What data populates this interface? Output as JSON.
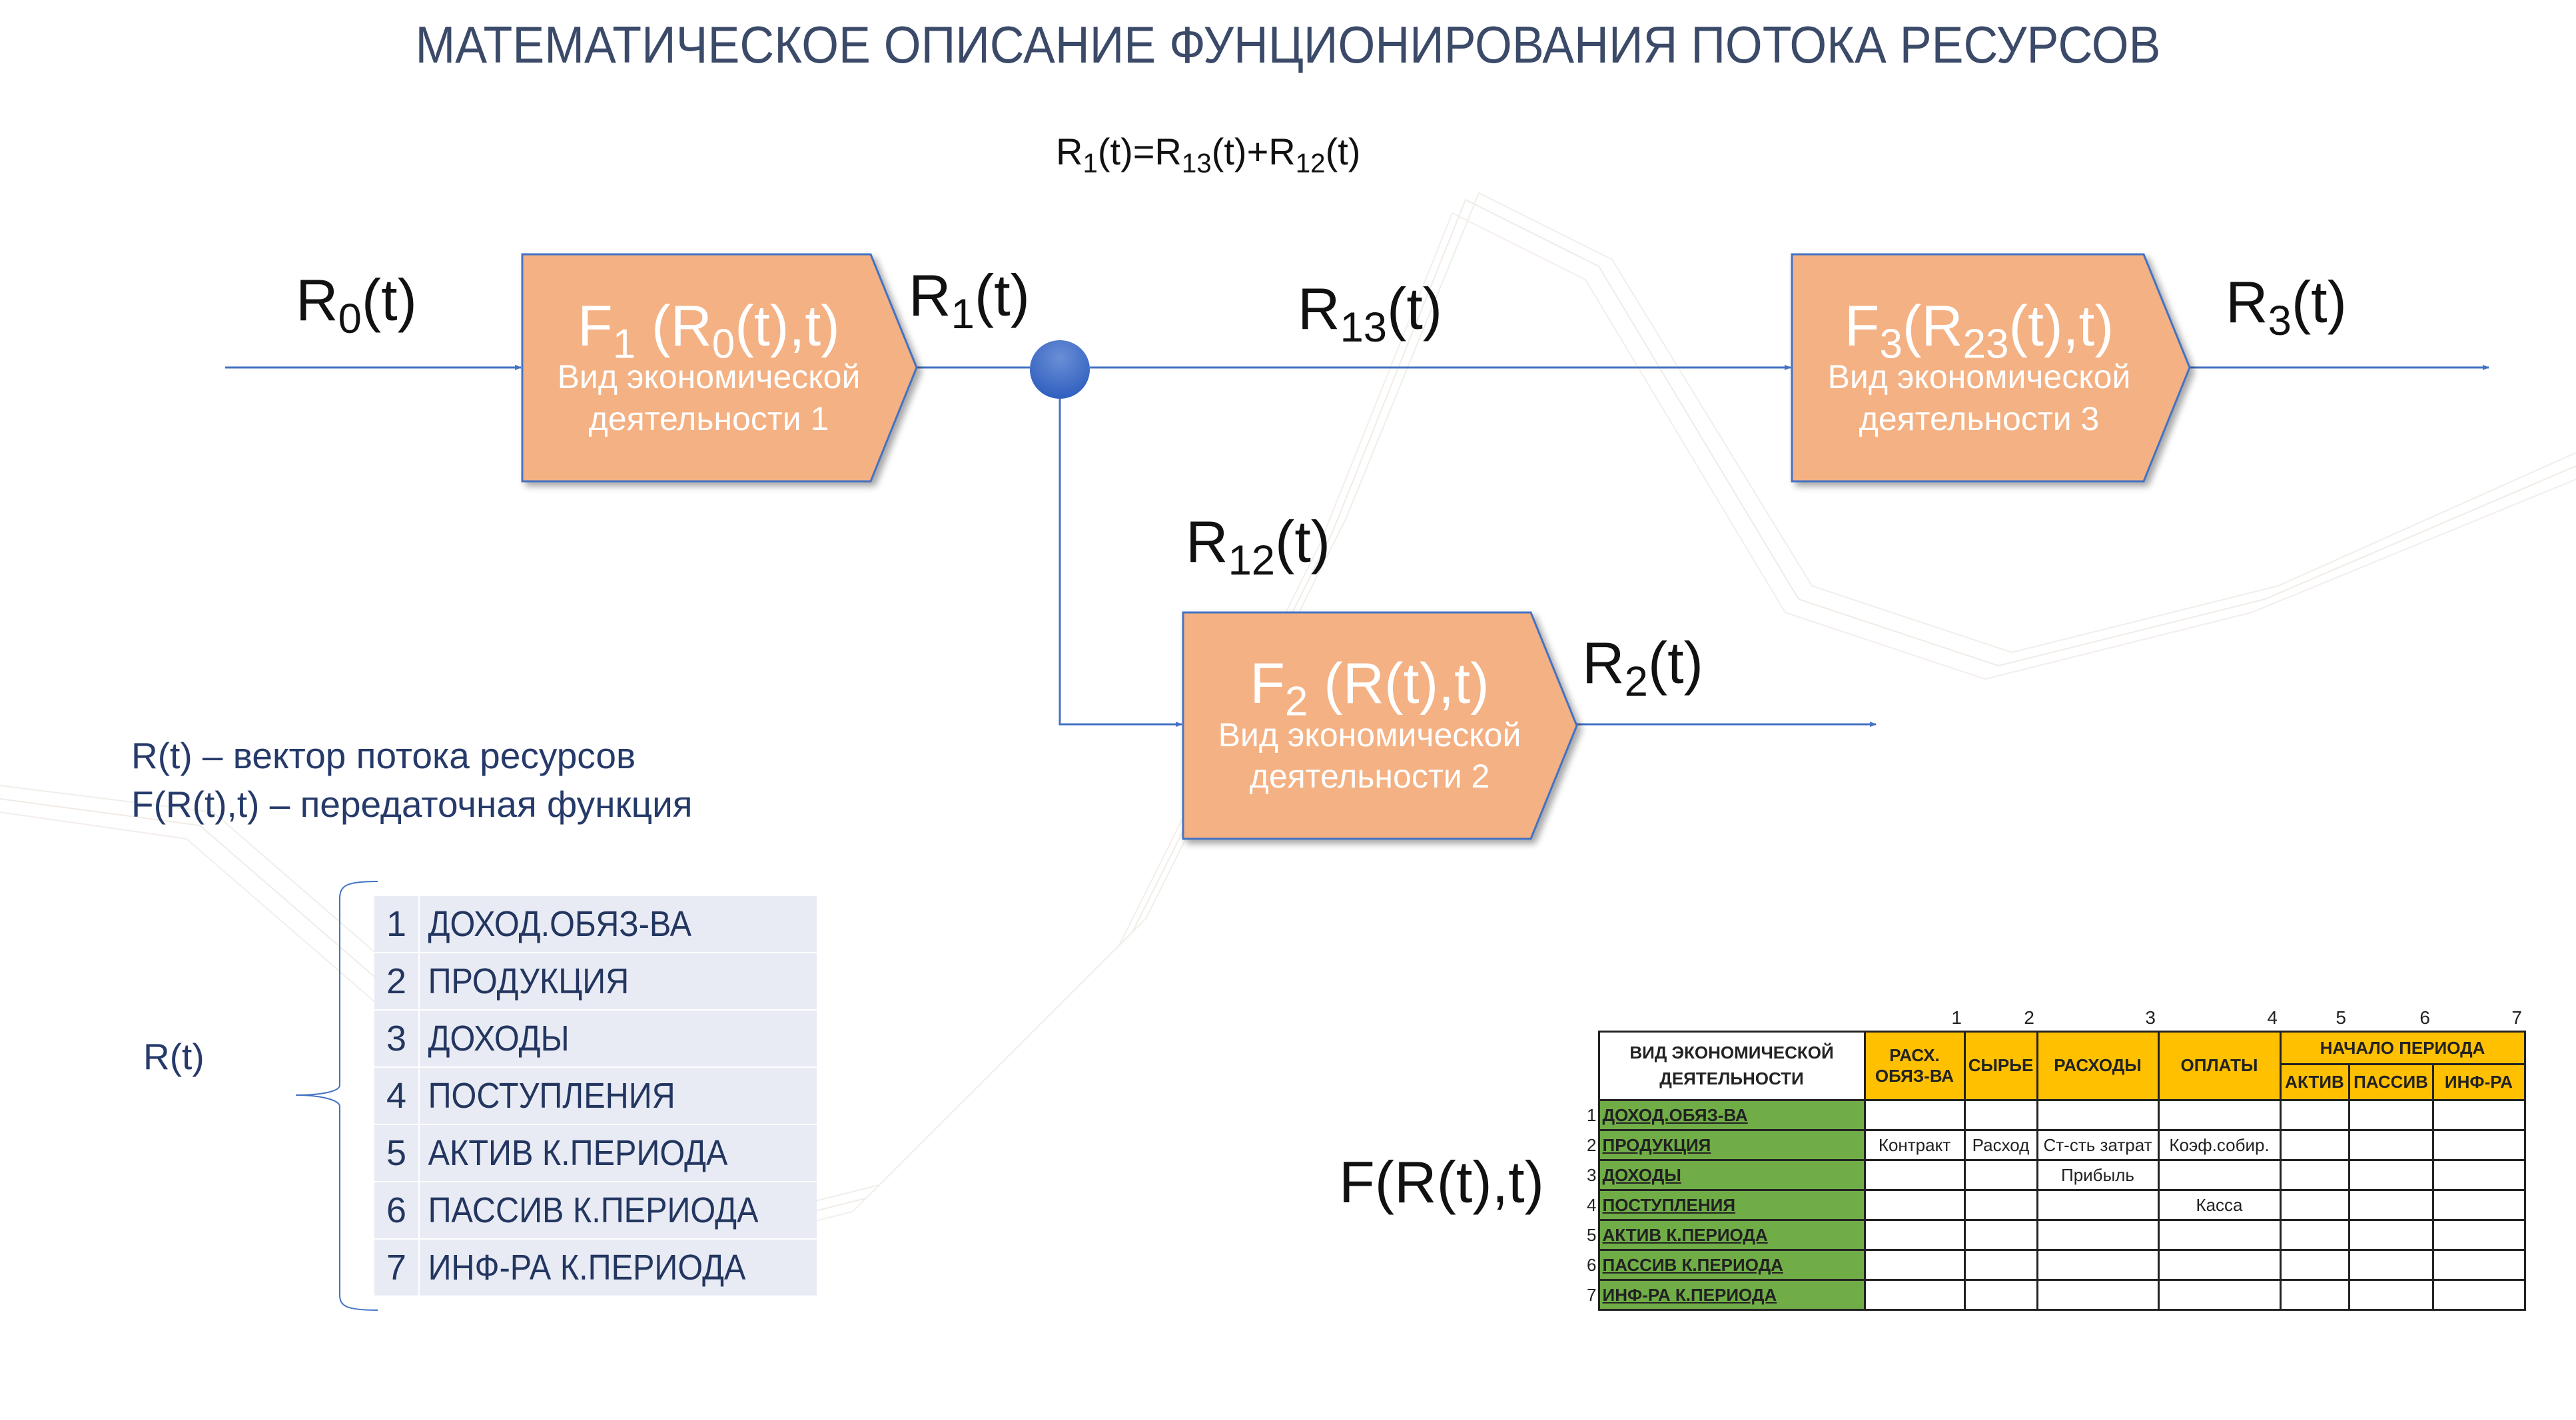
{
  "title": "МАТЕМАТИЧЕСКОЕ ОПИСАНИЕ ФУНЦИОНИРОВАНИЯ ПОТОКА РЕСУРСОВ",
  "formula": {
    "p1": "R",
    "s1": "1",
    "p2": "(t)=R",
    "s2": "13",
    "p3": "(t)+R",
    "s3": "12",
    "p4": "(t)"
  },
  "signals": {
    "r0": {
      "base": "R",
      "sub": "0",
      "rest": "(t)"
    },
    "r1": {
      "base": "R",
      "sub": "1",
      "rest": "(t)"
    },
    "r13": {
      "base": "R",
      "sub": "13",
      "rest": "(t)"
    },
    "r3": {
      "base": "R",
      "sub": "3",
      "rest": "(t)"
    },
    "r12": {
      "base": "R",
      "sub": "12",
      "rest": "(t)"
    },
    "r2": {
      "base": "R",
      "sub": "2",
      "rest": "(t)"
    }
  },
  "boxes": [
    {
      "p1": "F",
      "s1": "1",
      "p2": " (R",
      "s2": "0",
      "p3": "(t),t)",
      "line1": "Вид экономической",
      "line2": "деятельности 1"
    },
    {
      "p1": "F",
      "s1": "2",
      "p2": " (R(t),t)",
      "s2": "",
      "p3": "",
      "line1": "Вид экономической",
      "line2": "деятельности 2"
    },
    {
      "p1": "F",
      "s1": "3",
      "p2": "(R",
      "s2": "23",
      "p3": "(t),t)",
      "line1": "Вид экономической",
      "line2": "деятельности 3"
    }
  ],
  "legend": {
    "line1": "R(t) – вектор потока ресурсов",
    "line2": "F(R(t),t) – передаточная функция"
  },
  "vector_label": "R(t)",
  "vector_items": [
    {
      "n": "1",
      "label": "ДОХОД.ОБЯЗ-ВА"
    },
    {
      "n": "2",
      "label": "ПРОДУКЦИЯ"
    },
    {
      "n": "3",
      "label": "ДОХОДЫ"
    },
    {
      "n": "4",
      "label": "ПОСТУПЛЕНИЯ"
    },
    {
      "n": "5",
      "label": "АКТИВ К.ПЕРИОДА"
    },
    {
      "n": "6",
      "label": "ПАССИВ К.ПЕРИОДА"
    },
    {
      "n": "7",
      "label": "ИНФ-РА К.ПЕРИОДА"
    }
  ],
  "function_label": "F(R(t),t)",
  "ftable": {
    "col_numbers": [
      "1",
      "2",
      "3",
      "4",
      "5",
      "6",
      "7"
    ],
    "row_header_l1": "ВИД ЭКОНОМИЧЕСКОЙ",
    "row_header_l2": "ДЕЯТЕЛЬНОСТИ",
    "col1_l1": "РАСХ.",
    "col1_l2": "ОБЯЗ-ВА",
    "col2": "СЫРЬЕ",
    "col3": "РАСХОДЫ",
    "col4": "ОПЛАТЫ",
    "group": "НАЧАЛО ПЕРИОДА",
    "col5": "АКТИВ",
    "col6": "ПАССИВ",
    "col7": "ИНФ-РА",
    "rows": [
      {
        "n": "1",
        "label": "ДОХОД.ОБЯЗ-ВА",
        "cells": [
          "",
          "",
          "",
          "",
          "",
          "",
          ""
        ]
      },
      {
        "n": "2",
        "label": "ПРОДУКЦИЯ",
        "cells": [
          "Контракт",
          "Расход",
          "Ст-сть затрат",
          "Коэф.собир.",
          "",
          "",
          ""
        ]
      },
      {
        "n": "3",
        "label": "ДОХОДЫ",
        "cells": [
          "",
          "",
          "Прибыль",
          "",
          "",
          "",
          ""
        ]
      },
      {
        "n": "4",
        "label": "ПОСТУПЛЕНИЯ",
        "cells": [
          "",
          "",
          "",
          "Касса",
          "",
          "",
          ""
        ]
      },
      {
        "n": "5",
        "label": "АКТИВ К.ПЕРИОДА",
        "cells": [
          "",
          "",
          "",
          "",
          "",
          "",
          ""
        ]
      },
      {
        "n": "6",
        "label": "ПАССИВ К.ПЕРИОДА",
        "cells": [
          "",
          "",
          "",
          "",
          "",
          "",
          ""
        ]
      },
      {
        "n": "7",
        "label": "ИНФ-РА К.ПЕРИОДА",
        "cells": [
          "",
          "",
          "",
          "",
          "",
          "",
          ""
        ]
      }
    ]
  },
  "colors": {
    "box_fill": "#f4b183",
    "line": "#4472c4",
    "header_yellow": "#ffc000",
    "row_green": "#70ad47",
    "text_blue": "#263a6a"
  }
}
